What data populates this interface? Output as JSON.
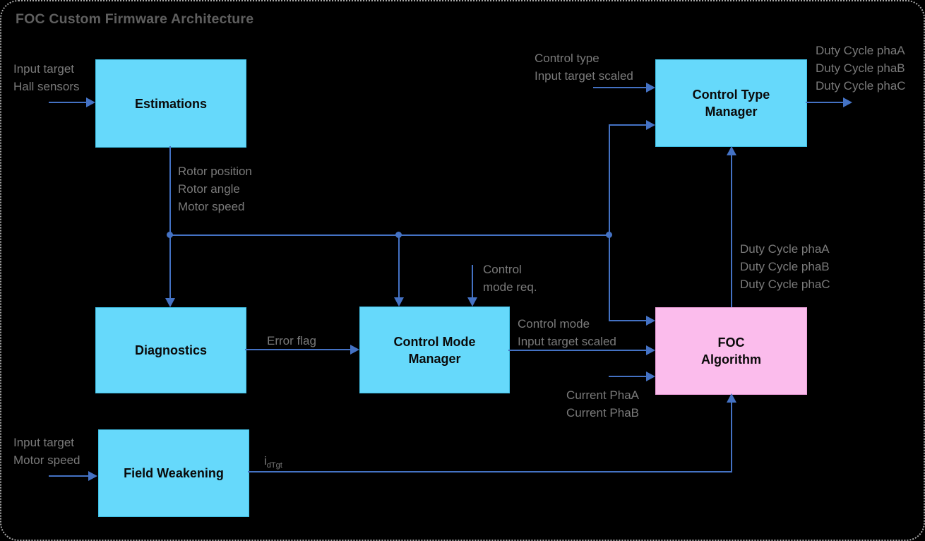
{
  "title": "FOC Custom Firmware Architecture",
  "colors": {
    "background": "#000000",
    "dotted_border": "#A8A8A8",
    "block_cyan": "#66D9FB",
    "block_pink": "#FBBCEC",
    "connector_blue": "#4472C4",
    "label_gray": "#7A7A7A",
    "title_gray": "#5F5F5F"
  },
  "blocks": {
    "estimations": {
      "label": "Estimations"
    },
    "control_type_manager": {
      "label": "Control Type Manager"
    },
    "diagnostics": {
      "label": "Diagnostics"
    },
    "control_mode_manager": {
      "label": "Control Mode Manager"
    },
    "foc_algorithm": {
      "label": "FOC Algorithm"
    },
    "field_weakening": {
      "label": "Field Weakening"
    }
  },
  "labels": {
    "estimations_inputs": [
      "Input target",
      "Hall sensors"
    ],
    "estimations_outputs": [
      "Rotor position",
      "Rotor angle",
      "Motor speed"
    ],
    "control_type_inputs": [
      "Control type",
      "Input target scaled"
    ],
    "control_type_outputs": [
      "Duty Cycle phaA",
      "Duty Cycle phaB",
      "Duty Cycle phaC"
    ],
    "control_mode_request": [
      "Control",
      "mode req."
    ],
    "error_flag": "Error flag",
    "control_mode_outputs": [
      "Control mode",
      "Input target scaled"
    ],
    "foc_current_inputs": [
      "Current PhaA",
      "Current PhaB"
    ],
    "foc_duty_outputs": [
      "Duty Cycle phaA",
      "Duty Cycle phaB",
      "Duty Cycle phaC"
    ],
    "field_weakening_inputs": [
      "Input target",
      "Motor speed"
    ],
    "field_weakening_output": {
      "base": "i",
      "subscript": "dTgt"
    }
  }
}
